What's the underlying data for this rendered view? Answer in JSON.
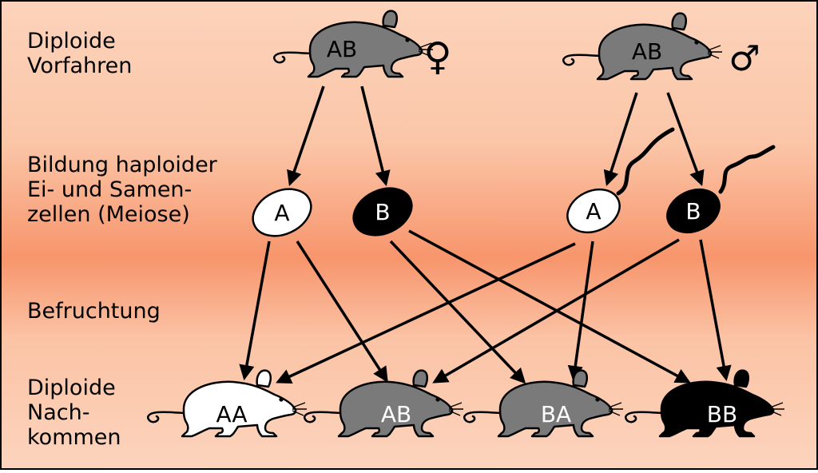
{
  "labels": {
    "parents": "Diploide\nVorfahren",
    "meiosis": "Bildung haploider\nEi- und Samen-\nzellen (Meiose)",
    "fertilization": "Befruchtung",
    "offspring": "Diploide\nNach-\nkommen"
  },
  "parents": {
    "female": {
      "genotype": "AB",
      "symbol": "♀"
    },
    "male": {
      "genotype": "AB",
      "symbol": "♂"
    }
  },
  "gametes": {
    "egg_a": "A",
    "egg_b": "B",
    "sperm_a": "A",
    "sperm_b": "B"
  },
  "offspring": {
    "aa": "AA",
    "ab": "AB",
    "ba": "BA",
    "bb": "BB"
  },
  "colors": {
    "background_light": "#fcd1b8",
    "background_band": "#f89a72",
    "mouse_gray": "#7a7a7a",
    "white": "#ffffff",
    "black": "#000000"
  }
}
